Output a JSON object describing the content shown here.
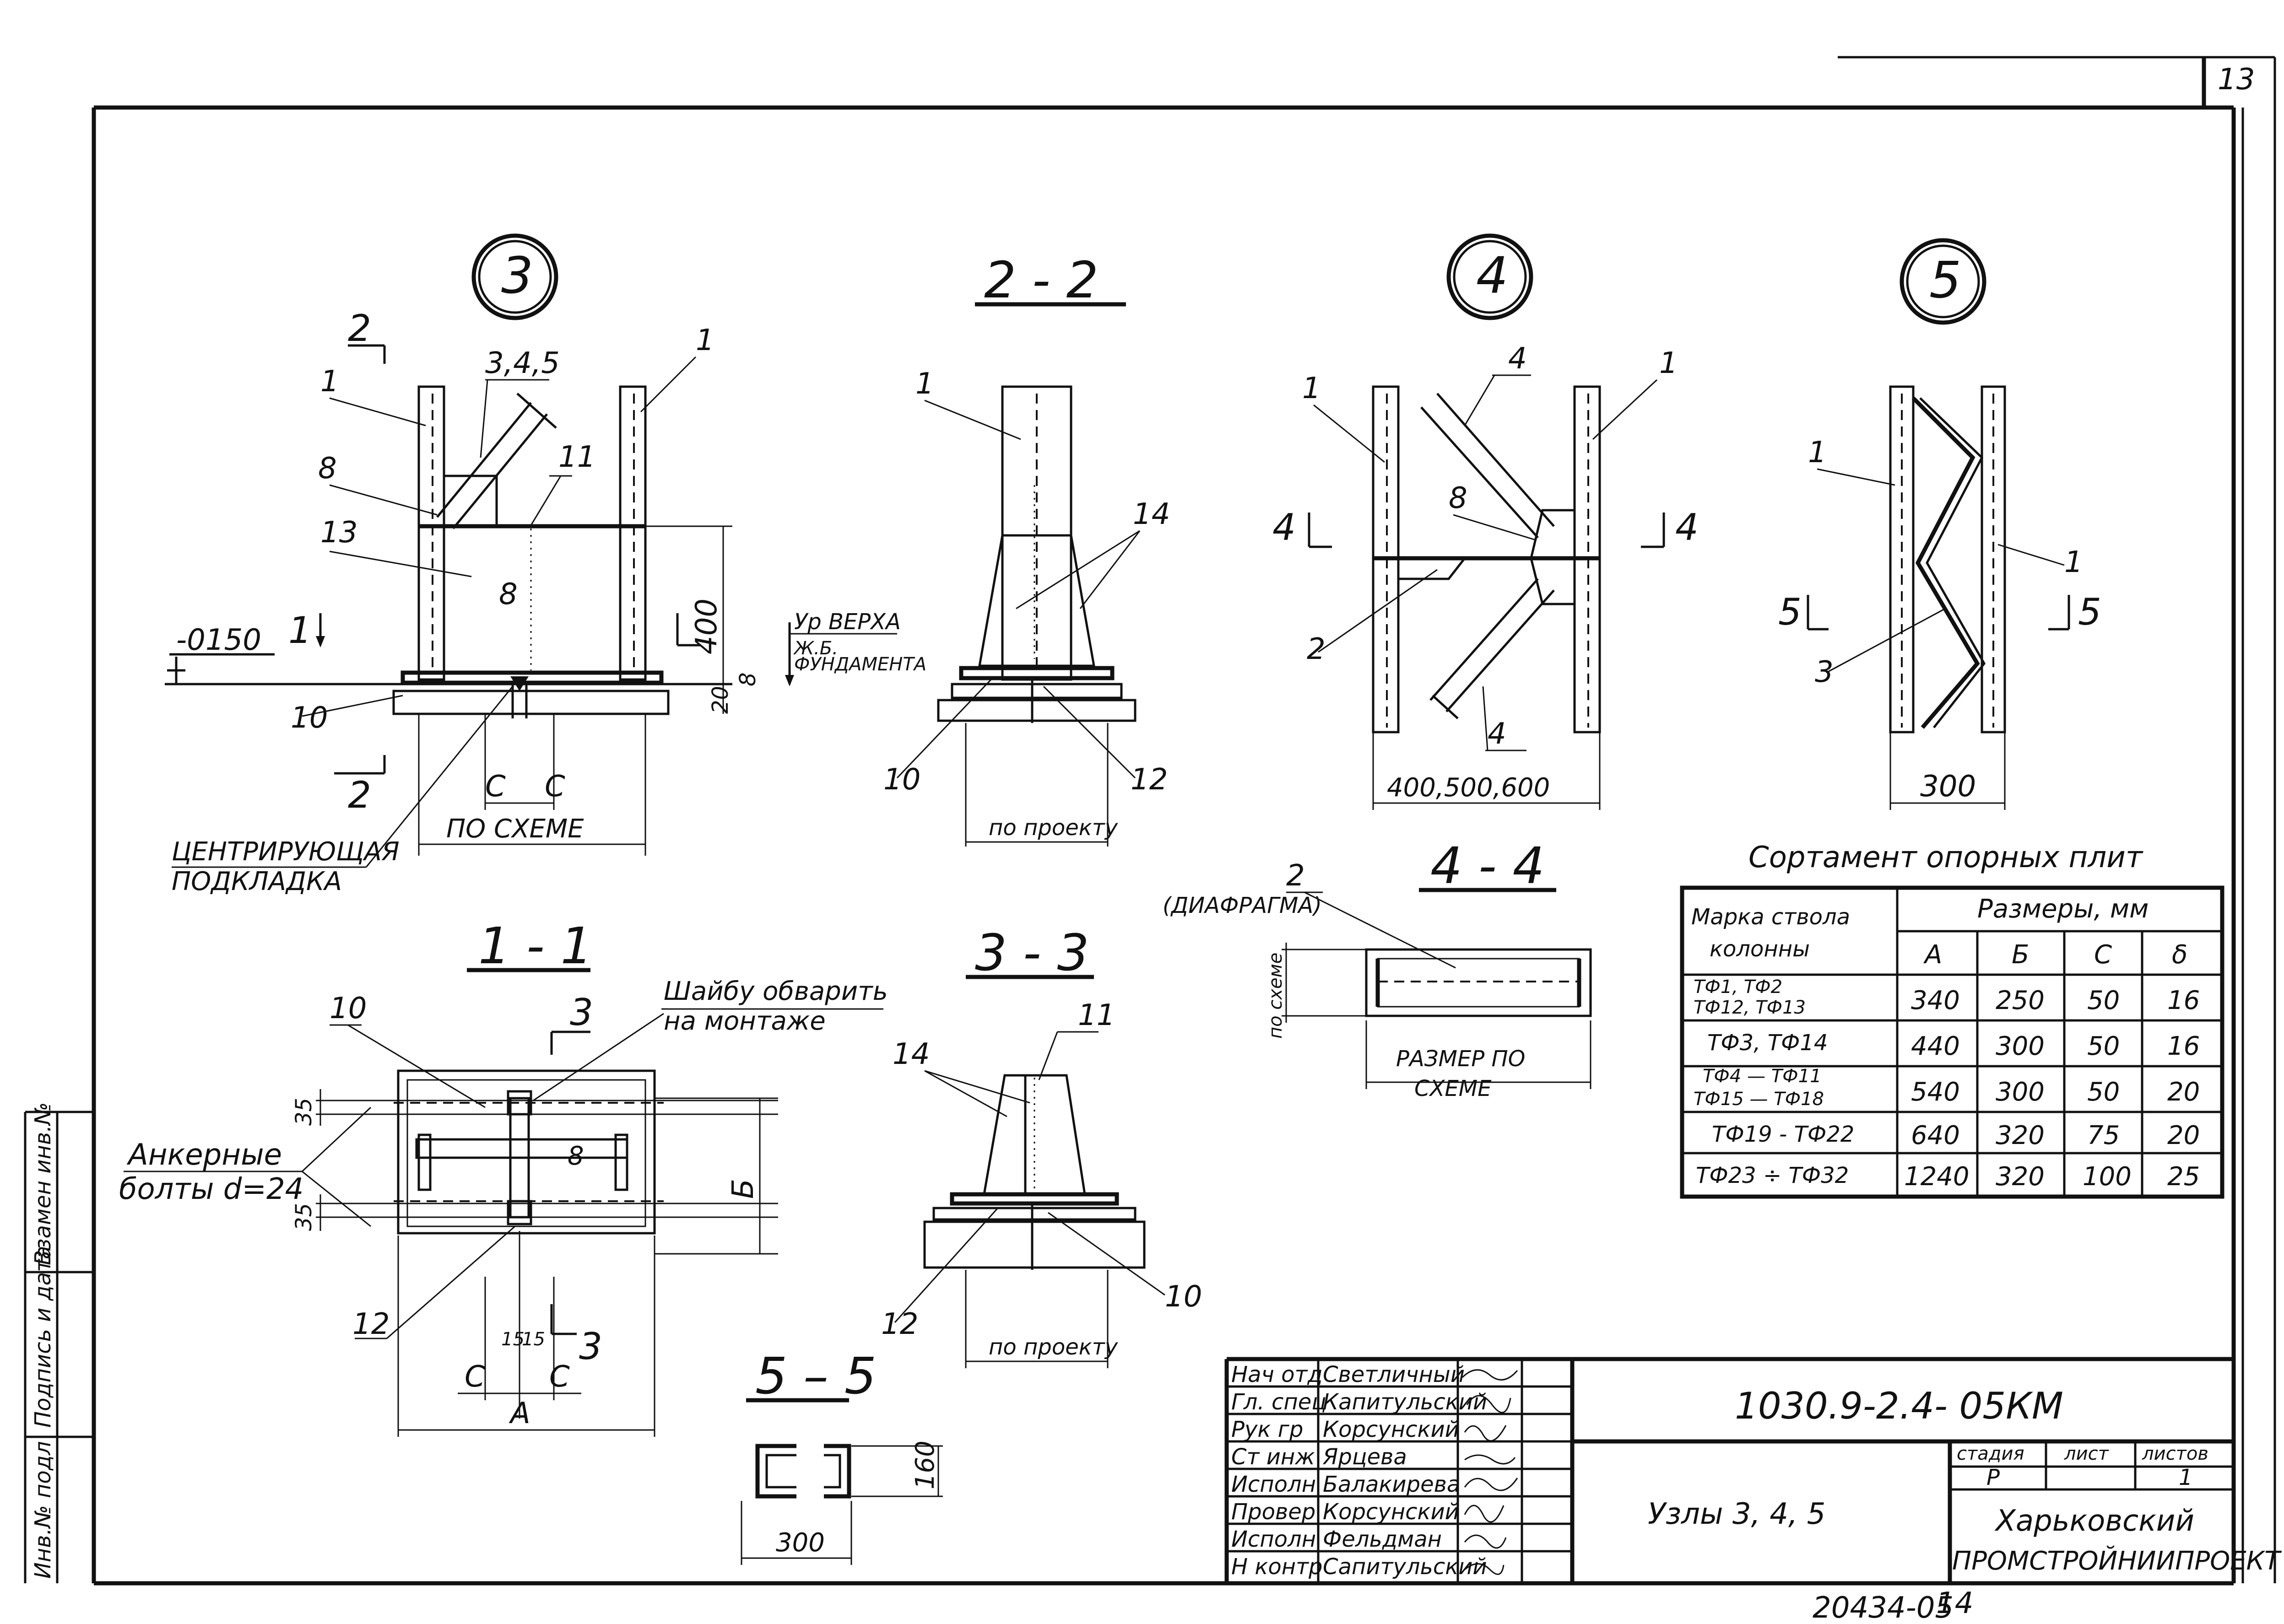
{
  "sheet": {
    "page_number": "13",
    "bottom_number": "20434-05",
    "bottom_page": "14"
  },
  "side_stamp": {
    "col1": "Инв.№ подл",
    "col2": "Подпись и дата",
    "col3": "Взамен инв.№"
  },
  "node3": {
    "mark": "3",
    "section_mark": "2",
    "label_345": "3,4,5",
    "label_1a": "1",
    "label_1b": "1",
    "label_8a": "8",
    "label_8b": "8",
    "label_11": "11",
    "label_13": "13",
    "label_10": "10",
    "level": "-0150",
    "cut1": "1",
    "dim_400": "400",
    "dim_20": "20",
    "dim_8": "8",
    "dim_c1": "C",
    "dim_c2": "C",
    "po_scheme": "ПО СХЕМЕ",
    "centering_1": "ЦЕНТРИРУЮЩАЯ",
    "centering_2": "ПОДКЛАДКА",
    "top_level_1": "Ур ВЕРХА",
    "top_level_2": "Ж.Б.",
    "top_level_3": "ФУНДАМЕНТА"
  },
  "sec22": {
    "title": "2 - 2",
    "label_1": "1",
    "label_14": "14",
    "label_10": "10",
    "label_12": "12",
    "po_project": "по проекту"
  },
  "node4": {
    "mark": "4",
    "label_4a": "4",
    "label_4b": "4",
    "label_1a": "1",
    "label_1b": "1",
    "label_8": "8",
    "label_2": "2",
    "cut_l": "4",
    "cut_r": "4",
    "dim": "400,500,600"
  },
  "node5": {
    "mark": "5",
    "label_1a": "1",
    "label_1b": "1",
    "label_3": "3",
    "cut_l": "5",
    "cut_r": "5",
    "dim": "300"
  },
  "sec11": {
    "title": "1 - 1",
    "label_10": "10",
    "label_8": "8",
    "label_12": "12",
    "note_1": "Шайбу обварить",
    "note_2": "на монтаже",
    "cut3a": "3",
    "cut3b": "3",
    "anchor_1": "Анкерные",
    "anchor_2": "болты d=24",
    "dim_35a": "35",
    "dim_35b": "35",
    "dim_b": "Б",
    "dim_15a": "15",
    "dim_15b": "15",
    "dim_c1": "C",
    "dim_c2": "C",
    "dim_a": "A"
  },
  "sec33": {
    "title": "3 - 3",
    "label_11": "11",
    "label_14": "14",
    "label_12": "12",
    "label_10": "10",
    "po_project": "по проекту"
  },
  "sec44": {
    "title": "4 - 4",
    "label_2": "2",
    "diaphragm": "(ДИАФРАГМА)",
    "po_scheme": "по схеме",
    "size_1": "РАЗМЕР ПО",
    "size_2": "СХЕМЕ"
  },
  "sec55": {
    "title": "5 – 5",
    "dim_160": "160",
    "dim_300": "300"
  },
  "table": {
    "title": "Сортамент опорных плит",
    "header_mark_1": "Марка ствола",
    "header_mark_2": "колонны",
    "header_sizes": "Размеры, мм",
    "cols": [
      "А",
      "Б",
      "С",
      "δ"
    ],
    "rows": [
      {
        "mark": [
          "ТФ1, ТФ2",
          "ТФ12, ТФ13"
        ],
        "a": "340",
        "b": "250",
        "c": "50",
        "d": "16"
      },
      {
        "mark": [
          "ТФ3, ТФ14"
        ],
        "a": "440",
        "b": "300",
        "c": "50",
        "d": "16"
      },
      {
        "mark": [
          "ТФ4 — ТФ11",
          "ТФ15 — ТФ18"
        ],
        "a": "540",
        "b": "300",
        "c": "50",
        "d": "20"
      },
      {
        "mark": [
          "ТФ19 - ТФ22"
        ],
        "a": "640",
        "b": "320",
        "c": "75",
        "d": "20"
      },
      {
        "mark": [
          "ТФ23 ÷ ТФ32"
        ],
        "a": "1240",
        "b": "320",
        "c": "100",
        "d": "25"
      }
    ]
  },
  "title_block": {
    "roles": [
      "Нач отд",
      "Гл. спец",
      "Рук гр",
      "Ст инж",
      "Исполн",
      "Провер",
      "Исполн",
      "Н контр"
    ],
    "names": [
      "Светличный",
      "Капитульский",
      "Корсунский",
      "Ярцева",
      "Балакирева",
      "Корсунский",
      "Фельдман",
      "Сапитульский"
    ],
    "code": "1030.9-2.4- 05КМ",
    "subject": "Узлы 3, 4, 5",
    "stage_hdr": "стадия",
    "sheet_hdr": "лист",
    "sheets_hdr": "листов",
    "stage": "Р",
    "sheets": "1",
    "org_1": "Харьковский",
    "org_2": "ПРОМСТРОЙНИИПРОЕКТ"
  }
}
